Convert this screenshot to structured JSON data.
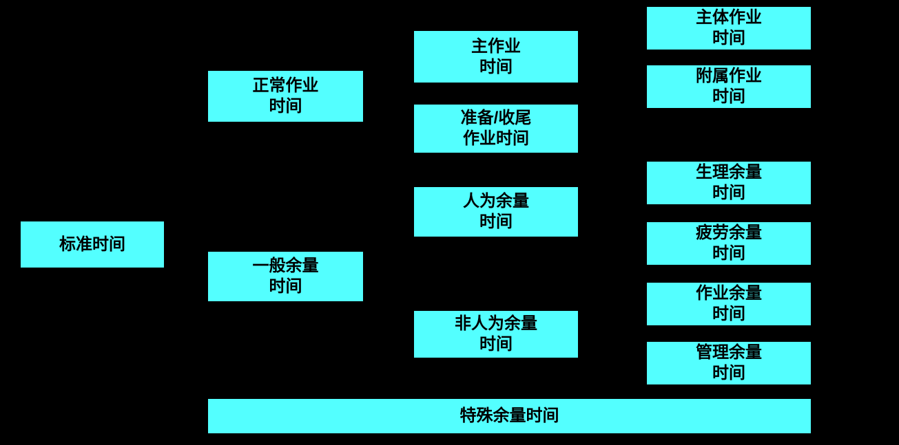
{
  "diagram": {
    "background_color": "#000000",
    "box_color": "#53ffff",
    "text_color": "#000000",
    "nodes": {
      "standard_time": {
        "label": "标准时间"
      },
      "normal_operation_time": {
        "label": "正常作业\n时间"
      },
      "general_allowance_time": {
        "label": "一般余量\n时间"
      },
      "main_operation_time": {
        "label": "主作业\n时间"
      },
      "prep_finish_operation_time": {
        "label": "准备/收尾\n作业时间"
      },
      "human_allowance_time": {
        "label": "人为余量\n时间"
      },
      "non_human_allowance_time": {
        "label": "非人为余量\n时间"
      },
      "main_body_operation_time": {
        "label": "主体作业\n时间"
      },
      "auxiliary_operation_time": {
        "label": "附属作业\n时间"
      },
      "physiological_allowance_time": {
        "label": "生理余量\n时间"
      },
      "fatigue_allowance_time": {
        "label": "疲劳余量\n时间"
      },
      "operation_allowance_time": {
        "label": "作业余量\n时间"
      },
      "management_allowance_time": {
        "label": "管理余量\n时间"
      },
      "special_allowance_time": {
        "label": "特殊余量时间"
      }
    }
  }
}
